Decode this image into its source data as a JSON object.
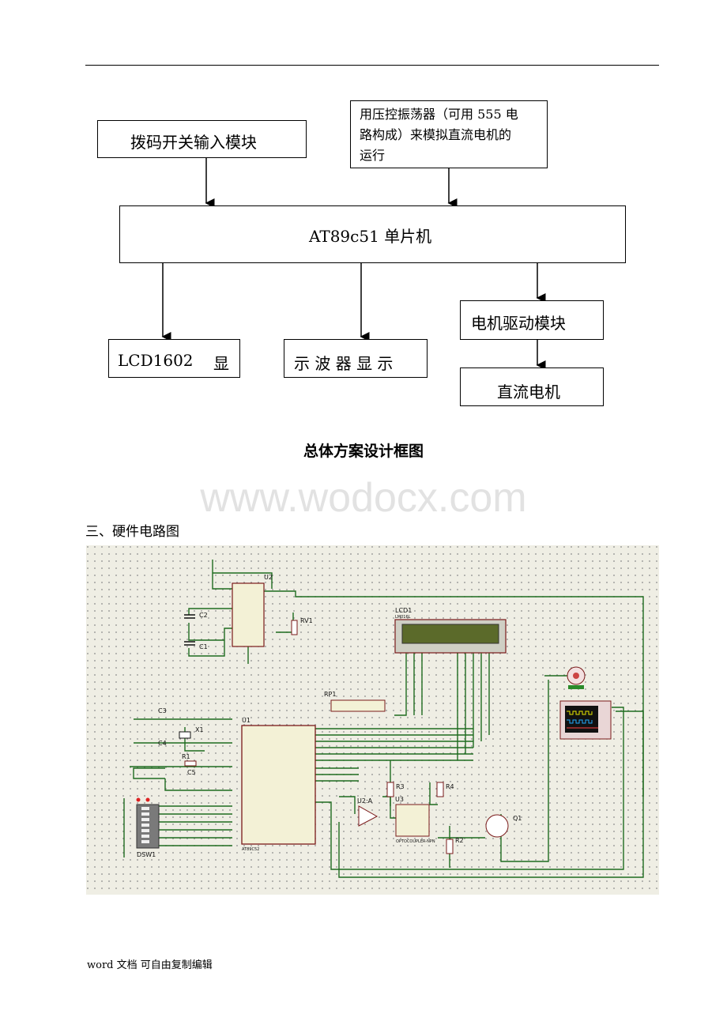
{
  "diagram": {
    "dip_switch_module": "拨码开关输入模块",
    "vco_module": "用压控振荡器（可用555电路构成）来模拟直流电机的运行",
    "vco_lines": [
      "用压控振荡器（可用 555 电",
      "路构成）来模拟直流电机的",
      "运行"
    ],
    "mcu": "AT89c51 单片机",
    "lcd_display": "LCD1602 显",
    "lcd_display_parts": [
      "LCD1602",
      "显"
    ],
    "oscilloscope_display": "示 波 器 显 示",
    "motor_driver": "电机驱动模块",
    "dc_motor": "直流电机"
  },
  "caption": "总体方案设计框图",
  "watermark": "www.wodocx.com",
  "section_title": "三、硬件电路图",
  "circuit": {
    "u2": "U2",
    "c2": "C2",
    "c1": "C1",
    "rv1": "RV1",
    "lcd1": "LCD1",
    "lcd_model": "LM016L",
    "rp1": "RP1",
    "u1": "U1",
    "c3": "C3",
    "x1": "X1",
    "c4": "C4",
    "r1": "R1",
    "c5": "C5",
    "u2a": "U2:A",
    "u3": "U3",
    "r3": "R3",
    "r4": "R4",
    "r2": "R2",
    "q1": "Q1",
    "dsw1": "DSW1",
    "u1_model": "AT89C52",
    "u3_model": "OPTOCOUPLER-NPN"
  },
  "footer": "word 文档  可自由复制编辑"
}
